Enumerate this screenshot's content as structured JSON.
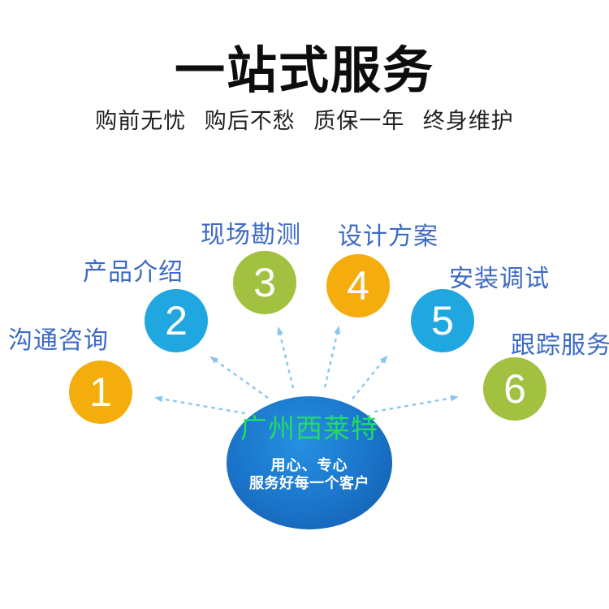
{
  "header": {
    "title": "一站式服务",
    "subtitle": "购前无忧 购后不愁 质保一年 终身维护"
  },
  "center": {
    "brand": "广州西莱特",
    "slogan_line1": "用心、专心",
    "slogan_line2": "服务好每一个客户"
  },
  "steps": [
    {
      "num": "1",
      "label": "沟通咨询",
      "color": "#F5AD0D"
    },
    {
      "num": "2",
      "label": "产品介绍",
      "color": "#21A7E0"
    },
    {
      "num": "3",
      "label": "现场勘测",
      "color": "#A2C140"
    },
    {
      "num": "4",
      "label": "设计方案",
      "color": "#F5AD0D"
    },
    {
      "num": "5",
      "label": "安装调试",
      "color": "#21A7E0"
    },
    {
      "num": "6",
      "label": "跟踪服务",
      "color": "#A2C140"
    }
  ],
  "colors": {
    "yellow": "#F5AD0D",
    "blue": "#21A7E0",
    "green": "#A2C140",
    "label_blue": "#3D6AC5",
    "arrow_blue": "#8AC6F0",
    "brand_green": "#22DC63",
    "slogan_white": "#FFFFFF",
    "ellipse_light": "#2590E2",
    "ellipse_dark": "#1158A6",
    "title_black": "#0D0D0D",
    "subtitle_black": "#1F1F1F"
  }
}
